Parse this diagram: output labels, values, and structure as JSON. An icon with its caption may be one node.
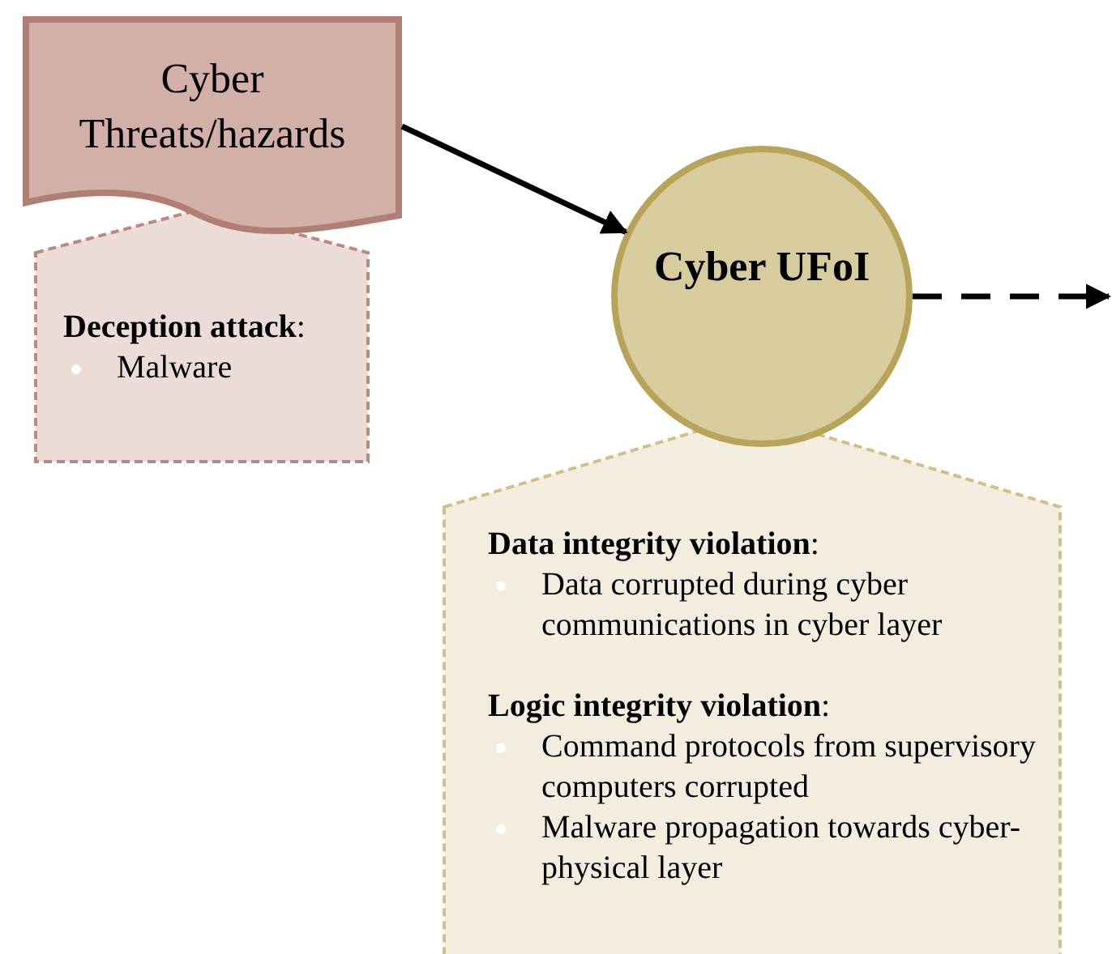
{
  "diagram": {
    "nodes": [
      {
        "text": [
          "Cyber Threats/hazards"
        ]
      },
      {
        "text": [
          "**Deception attack**:",
          "Malware"
        ]
      },
      {
        "text": [
          "Cyber UFoI"
        ]
      },
      {
        "text": [
          "**Data integrity violation**:",
          "Data corrupted during cyber communications in cyber layer",
          "**Logic integrity violation**:",
          "Command protocols from supervisory computers corrupted",
          "Malware propagation towards cyber-physical layer"
        ]
      }
    ],
    "edges": [
      {
        "from": 0,
        "to": 2,
        "arrow": "to"
      },
      {
        "from": 2,
        "to": null,
        "arrow": "to",
        "style": "dashed"
      }
    ]
  }
}
